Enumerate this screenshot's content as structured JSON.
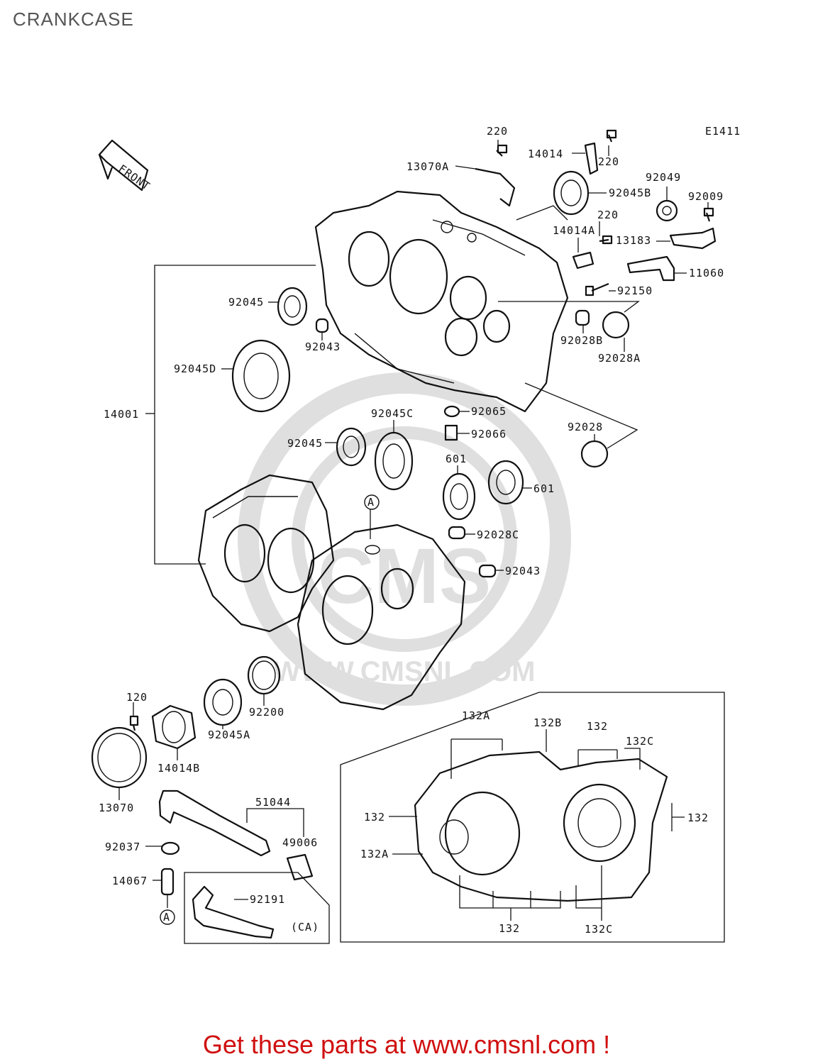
{
  "header": {
    "title": "CRANKCASE"
  },
  "diagram_code": "E1411",
  "front_arrow_label": "FRONT",
  "inset_label_ca": "(CA)",
  "reference_mark": "A",
  "watermark_text": "WWW.CMSNL.COM",
  "callouts": {
    "c220a": "220",
    "c220b": "220",
    "c220c": "220",
    "c13070A": "13070A",
    "c14014": "14014",
    "c92049": "92049",
    "c92009": "92009",
    "c92045B": "92045B",
    "c14014A": "14014A",
    "c13183": "13183",
    "c11060": "11060",
    "c92150": "92150",
    "c92045a": "92045",
    "c92043a": "92043",
    "c92028B": "92028B",
    "c92028A": "92028A",
    "c92045D": "92045D",
    "c14001": "14001",
    "c92045C": "92045C",
    "c92065": "92065",
    "c92066": "92066",
    "c92028": "92028",
    "c92045b": "92045",
    "c601a": "601",
    "c601b": "601",
    "c92028C": "92028C",
    "c92043b": "92043",
    "c120": "120",
    "c92200": "92200",
    "c92045A": "92045A",
    "c14014B": "14014B",
    "c13070": "13070",
    "c51044": "51044",
    "c49006": "49006",
    "c92037": "92037",
    "c14067": "14067",
    "c92191": "92191",
    "c132A_top": "132A",
    "c132B": "132B",
    "c132_top": "132",
    "c132C_top": "132C",
    "c132_left": "132",
    "c132A_left": "132A",
    "c132_right": "132",
    "c132_bottom": "132",
    "c132C_bottom": "132C"
  },
  "footer": {
    "text": "Get these parts at www.cmsnl.com !"
  },
  "colors": {
    "footer": "#d01010",
    "title": "#555555",
    "line": "#111111"
  }
}
